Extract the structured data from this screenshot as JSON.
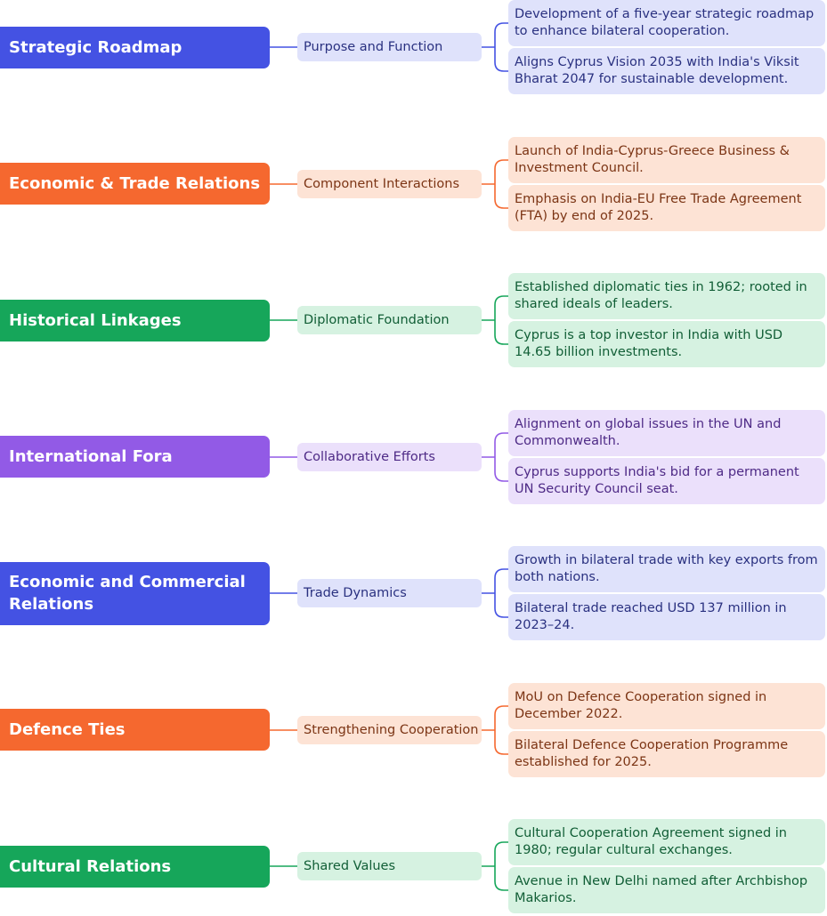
{
  "colors": {
    "blue": "#4452e3",
    "orange": "#f5682f",
    "green": "#16a65a",
    "purple": "#925ae6"
  },
  "branches": [
    {
      "theme": "blue",
      "title": "Strategic Roadmap",
      "subtopic": "Purpose and Function",
      "points": [
        "Development of a five-year strategic roadmap to enhance bilateral cooperation.",
        "Aligns Cyprus Vision 2035 with India's Viksit Bharat 2047 for sustainable development."
      ]
    },
    {
      "theme": "orange",
      "title": "Economic & Trade Relations",
      "subtopic": "Component Interactions",
      "points": [
        "Launch of India-Cyprus-Greece Business & Investment Council.",
        "Emphasis on India-EU Free Trade Agreement (FTA) by end of 2025."
      ]
    },
    {
      "theme": "green",
      "title": "Historical Linkages",
      "subtopic": "Diplomatic Foundation",
      "points": [
        "Established diplomatic ties in 1962; rooted in shared ideals of leaders.",
        "Cyprus is a top investor in India with USD 14.65 billion investments."
      ]
    },
    {
      "theme": "purple",
      "title": "International Fora",
      "subtopic": "Collaborative Efforts",
      "points": [
        "Alignment on global issues in the UN and Commonwealth.",
        "Cyprus supports India's bid for a permanent UN Security Council seat."
      ]
    },
    {
      "theme": "blue",
      "title": "Economic and Commercial Relations",
      "subtopic": "Trade Dynamics",
      "points": [
        "Growth in bilateral trade with key exports from both nations.",
        "Bilateral trade reached USD 137 million in 2023–24."
      ]
    },
    {
      "theme": "orange",
      "title": "Defence Ties",
      "subtopic": "Strengthening Cooperation",
      "points": [
        "MoU on Defence Cooperation signed in December 2022.",
        "Bilateral Defence Cooperation Programme established for 2025."
      ]
    },
    {
      "theme": "green",
      "title": "Cultural Relations",
      "subtopic": "Shared Values",
      "points": [
        "Cultural Cooperation Agreement signed in 1980; regular cultural exchanges.",
        "Avenue in New Delhi named after Archbishop Makarios."
      ]
    }
  ]
}
